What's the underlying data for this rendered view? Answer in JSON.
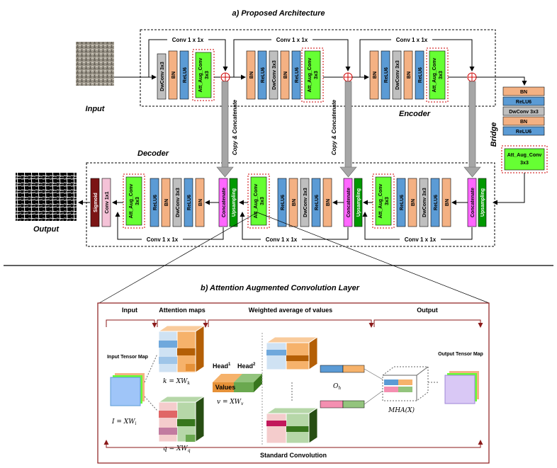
{
  "titles": {
    "part_a": "a) Proposed Architecture",
    "part_b": "b) Attention Augmented Convolution Layer"
  },
  "labels": {
    "input": "Input",
    "output": "Output",
    "encoder": "Encoder",
    "decoder": "Decoder",
    "bridge": "Bridge",
    "copy_concat": "Copy & Concatenate",
    "conv1x1": "Conv 1 x 1x",
    "conv1x1_plain": "Conv 1x1",
    "sigmoid": "Sigmoid",
    "concatenate": "Concatenate",
    "upsampling": "Upsampling",
    "bn": "BN",
    "relu6": "ReLU6",
    "dwconv": "DwConv 3x3",
    "att_aug_conv": "Att_Aug_Conv",
    "k3x3": "3x3"
  },
  "attention": {
    "col_input": "Input",
    "col_attention_maps": "Attention maps",
    "col_weighted_avg": "Weighted average of values",
    "col_output": "Output",
    "input_tensor_map": "Input Tensor Map",
    "output_tensor_map": "Output Tensor Map",
    "head1": "Head",
    "head1_sup": "1",
    "head2": "Head",
    "head2_sup": "2",
    "values": "Values",
    "eq_k": "k = XW",
    "eq_k_sub": "k",
    "eq_q": "q = XW",
    "eq_q_sub": "q",
    "eq_v": "v = XW",
    "eq_v_sub": "v",
    "eq_i": "I = XW",
    "eq_i_sub": "i",
    "o_h": "O",
    "o_h_sub": "h",
    "mha": "MHA(X)",
    "standard_conv": "Standard Convolution"
  },
  "colors": {
    "bn": "#f4b183",
    "relu6": "#5b9bd5",
    "dwconv": "#bfbfbf",
    "att": "#66ff33",
    "concat": "#ff66ff",
    "upsample": "#009900",
    "sigmoid": "#7b1515",
    "conv1x1": "#f4c2d7",
    "frame": "#8b1a1a",
    "aerial": "#a0a0a0"
  }
}
